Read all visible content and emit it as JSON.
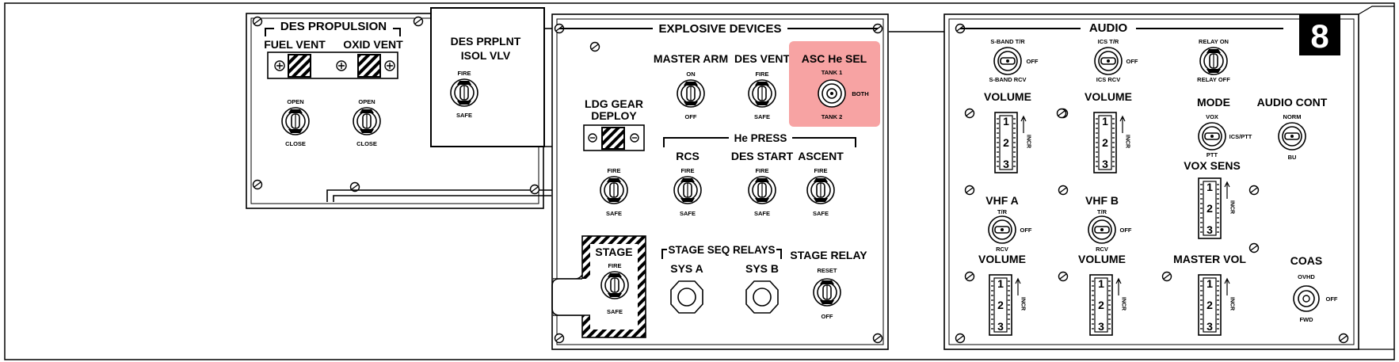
{
  "panel_number": "8",
  "des_propulsion": {
    "title": "DES PROPULSION",
    "fuel_vent": {
      "label": "FUEL VENT",
      "up": "OPEN",
      "down": "CLOSE"
    },
    "oxid_vent": {
      "label": "OXID VENT",
      "up": "OPEN",
      "down": "CLOSE"
    }
  },
  "des_prplnt": {
    "label1": "DES PRPLNT",
    "label2": "ISOL VLV",
    "up": "FIRE",
    "down": "SAFE"
  },
  "explosive_devices": {
    "title": "EXPLOSIVE DEVICES",
    "master_arm": {
      "label": "MASTER ARM",
      "up": "ON",
      "down": "OFF"
    },
    "des_vent": {
      "label": "DES VENT",
      "up": "FIRE",
      "down": "SAFE"
    },
    "asc_he_sel": {
      "label": "ASC He SEL",
      "up": "TANK 1",
      "right": "BOTH",
      "down": "TANK 2"
    },
    "ldg_gear": {
      "label1": "LDG GEAR",
      "label2": "DEPLOY",
      "up": "FIRE",
      "down": "SAFE"
    },
    "he_press": {
      "title": "He PRESS",
      "rcs": {
        "label": "RCS",
        "up": "FIRE",
        "down": "SAFE"
      },
      "des_start": {
        "label": "DES START",
        "up": "FIRE",
        "down": "SAFE"
      },
      "ascent": {
        "label": "ASCENT",
        "up": "FIRE",
        "down": "SAFE"
      }
    },
    "stage": {
      "label": "STAGE",
      "up": "FIRE",
      "down": "SAFE"
    },
    "stage_seq": {
      "title": "STAGE SEQ RELAYS",
      "sys_a": "SYS A",
      "sys_b": "SYS B"
    },
    "stage_relay": {
      "label": "STAGE RELAY",
      "up": "RESET",
      "down": "OFF"
    }
  },
  "audio": {
    "title": "AUDIO",
    "sband": {
      "up": "S-BAND T/R",
      "right": "OFF",
      "down": "S-BAND RCV"
    },
    "ics": {
      "up": "ICS T/R",
      "right": "OFF",
      "down": "ICS RCV"
    },
    "relay": {
      "up": "RELAY ON",
      "down": "RELAY OFF"
    },
    "volume": "VOLUME",
    "vhf_a": {
      "label": "VHF A",
      "up": "T/R",
      "right": "OFF",
      "down": "RCV"
    },
    "vhf_b": {
      "label": "VHF B",
      "up": "T/R",
      "right": "OFF",
      "down": "RCV"
    },
    "mode": {
      "label": "MODE",
      "up": "VOX",
      "right": "ICS/PTT",
      "down": "PTT"
    },
    "audio_cont": {
      "label": "AUDIO CONT",
      "up": "NORM",
      "down": "BU"
    },
    "vox_sens": "VOX SENS",
    "master_vol": "MASTER VOL",
    "incr": "INCR",
    "thumbwheel_numbers": [
      "1",
      "2",
      "3"
    ]
  },
  "coas": {
    "label": "COAS",
    "up": "OVHD",
    "right": "OFF",
    "down": "FWD"
  }
}
